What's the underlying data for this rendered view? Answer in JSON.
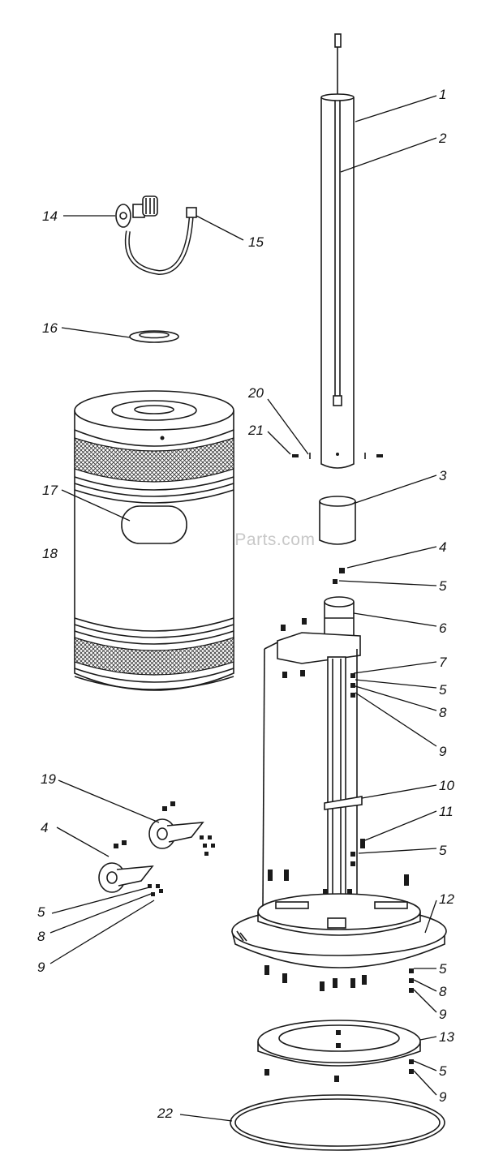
{
  "watermark": "eReplacementParts.com",
  "callouts": [
    {
      "id": "c1",
      "label": "1"
    },
    {
      "id": "c2",
      "label": "2"
    },
    {
      "id": "c3",
      "label": "3"
    },
    {
      "id": "c4a",
      "label": "4"
    },
    {
      "id": "c5a",
      "label": "5"
    },
    {
      "id": "c6",
      "label": "6"
    },
    {
      "id": "c7",
      "label": "7"
    },
    {
      "id": "c5b",
      "label": "5"
    },
    {
      "id": "c8a",
      "label": "8"
    },
    {
      "id": "c9a",
      "label": "9"
    },
    {
      "id": "c10",
      "label": "10"
    },
    {
      "id": "c11",
      "label": "11"
    },
    {
      "id": "c5c",
      "label": "5"
    },
    {
      "id": "c12",
      "label": "12"
    },
    {
      "id": "c5d",
      "label": "5"
    },
    {
      "id": "c8b",
      "label": "8"
    },
    {
      "id": "c9b",
      "label": "9"
    },
    {
      "id": "c13",
      "label": "13"
    },
    {
      "id": "c5e",
      "label": "5"
    },
    {
      "id": "c9c",
      "label": "9"
    },
    {
      "id": "c22",
      "label": "22"
    },
    {
      "id": "c14",
      "label": "14"
    },
    {
      "id": "c15",
      "label": "15"
    },
    {
      "id": "c16",
      "label": "16"
    },
    {
      "id": "c20",
      "label": "20"
    },
    {
      "id": "c21",
      "label": "21"
    },
    {
      "id": "c17",
      "label": "17"
    },
    {
      "id": "c18",
      "label": "18"
    },
    {
      "id": "c19",
      "label": "19"
    },
    {
      "id": "c4b",
      "label": "4"
    },
    {
      "id": "c5f",
      "label": "5"
    },
    {
      "id": "c8c",
      "label": "8"
    },
    {
      "id": "c9d",
      "label": "9"
    }
  ]
}
